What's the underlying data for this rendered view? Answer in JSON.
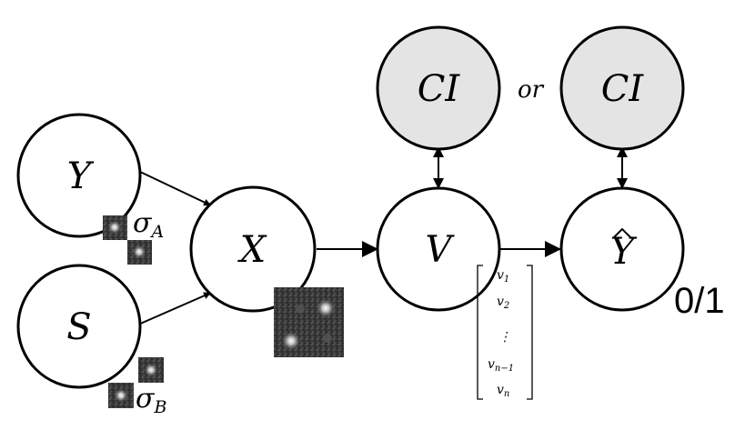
{
  "nodes": {
    "y": "Y",
    "s": "S",
    "x": "X",
    "v": "V",
    "y_hat": "Y",
    "ci_left": "CI",
    "ci_right": "CI"
  },
  "or_label": "or",
  "output_label": "0/1",
  "noise": {
    "sigma_a": {
      "symbol": "σ",
      "sub": "A"
    },
    "sigma_b": {
      "symbol": "σ",
      "sub": "B"
    }
  },
  "vector": {
    "elements": [
      {
        "base": "v",
        "sub": "1"
      },
      {
        "base": "v",
        "sub": "2"
      },
      {
        "base": "⋮",
        "sub": ""
      },
      {
        "base": "v",
        "sub": "n−1"
      },
      {
        "base": "v",
        "sub": "n"
      }
    ]
  },
  "colors": {
    "node_fill": "#ffffff",
    "ci_fill": "#e4e4e4",
    "stroke": "#000000",
    "patch_bg": "#3a3a3a",
    "spot": "#ffffff"
  }
}
